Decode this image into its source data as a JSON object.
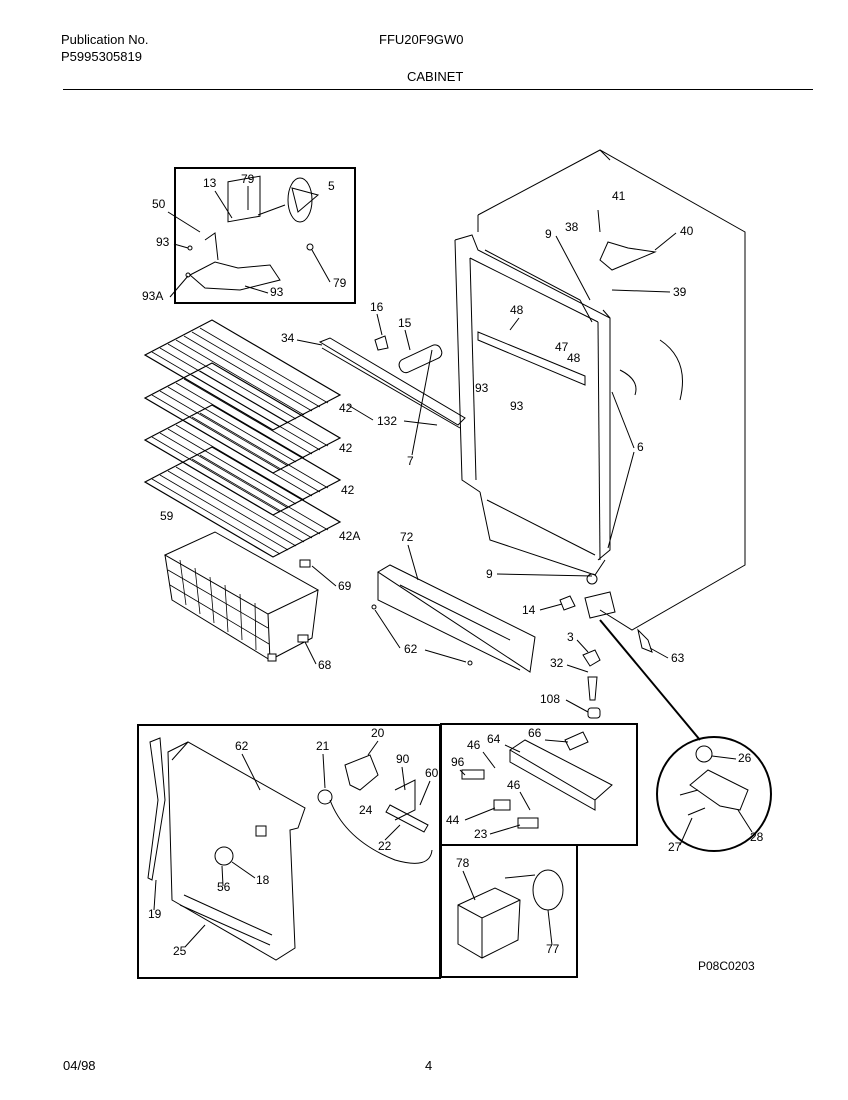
{
  "header": {
    "publication_label": "Publication No.",
    "publication_number": "P5995305819",
    "model": "FFU20F9GW0",
    "section": "CABINET"
  },
  "footer": {
    "date": "04/98",
    "page": "4",
    "drawing_code": "P08C0203"
  },
  "callouts": {
    "c13": "13",
    "c79a": "79",
    "c5": "5",
    "c50": "50",
    "c93a": "93",
    "c93b": "93",
    "c93A": "93A",
    "c79b": "79",
    "c34": "34",
    "c16": "16",
    "c15": "15",
    "c132": "132",
    "c7": "7",
    "c42a": "42",
    "c42b": "42",
    "c42c": "42",
    "c42A": "42A",
    "c59": "59",
    "c69": "69",
    "c68": "68",
    "c72": "72",
    "c62a": "62",
    "c41": "41",
    "c38": "38",
    "c40": "40",
    "c9a": "9",
    "c39": "39",
    "c48a": "48",
    "c47": "47",
    "c48b": "48",
    "c93c": "93",
    "c93d": "93",
    "c6": "6",
    "c9b": "9",
    "c14": "14",
    "c3": "3",
    "c32": "32",
    "c108": "108",
    "c63": "63",
    "c62b": "62",
    "c21": "21",
    "c20": "20",
    "c90": "90",
    "c60": "60",
    "c24": "24",
    "c22": "22",
    "c18": "18",
    "c56": "56",
    "c19": "19",
    "c25": "25",
    "c46a": "46",
    "c64": "64",
    "c66": "66",
    "c96": "96",
    "c46b": "46",
    "c44": "44",
    "c23": "23",
    "c78": "78",
    "c77": "77",
    "c26": "26",
    "c27": "27",
    "c28": "28"
  }
}
